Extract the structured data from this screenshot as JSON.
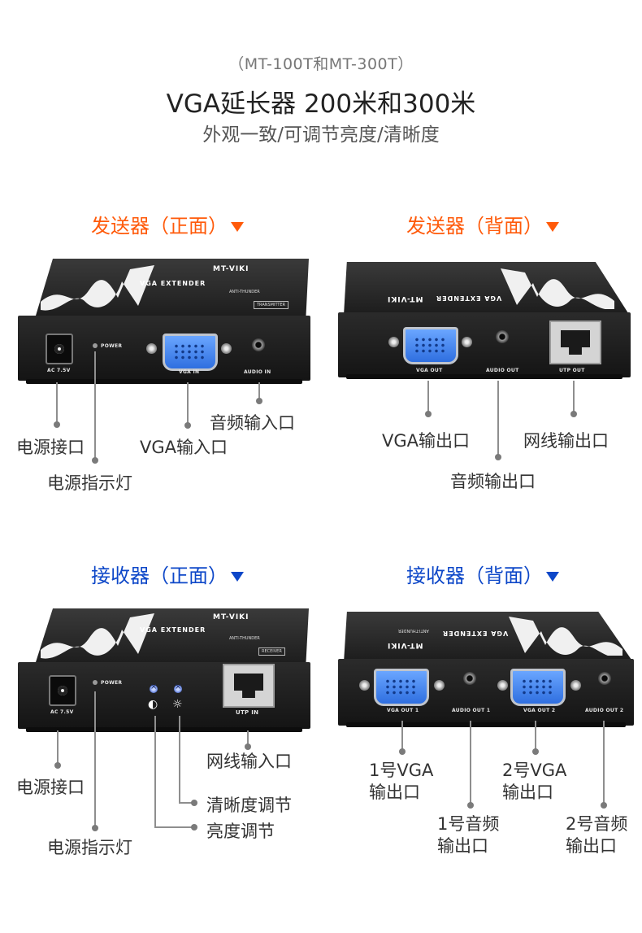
{
  "header": {
    "subtitle": "（MT-100T和MT-300T）",
    "title": "VGA延长器 200米和300米",
    "tagline": "外观一致/可调节亮度/清晰度"
  },
  "sections": {
    "tx_front": {
      "title": "发送器（正面）",
      "labels": {
        "power_port": "电源接口",
        "power_led": "电源指示灯",
        "vga_in": "VGA输入口",
        "audio_in": "音频输入口"
      },
      "device": {
        "brand": "MT-VIKI",
        "model": "VGA EXTENDER",
        "model_sub": "ANTI-THUNDER",
        "badge": "TRANSMITTER",
        "port_ac": "AC 7.5V",
        "port_power": "POWER",
        "port_vga": "VGA IN",
        "port_audio": "AUDIO IN"
      }
    },
    "tx_back": {
      "title": "发送器（背面）",
      "labels": {
        "vga_out": "VGA输出口",
        "audio_out": "音频输出口",
        "net_out": "网线输出口"
      },
      "device": {
        "brand": "MT-VIKI",
        "model": "VGA EXTENDER",
        "port_vga": "VGA OUT",
        "port_audio": "AUDIO OUT",
        "port_utp": "UTP OUT"
      }
    },
    "rx_front": {
      "title": "接收器（正面）",
      "labels": {
        "power_port": "电源接口",
        "power_led": "电源指示灯",
        "net_in": "网线输入口",
        "clarity": "清晰度调节",
        "brightness": "亮度调节"
      },
      "device": {
        "brand": "MT-VIKI",
        "model": "VGA EXTENDER",
        "model_sub": "ANTI-THUNDER",
        "badge": "RECEIVER",
        "port_ac": "AC 7.5V",
        "port_power": "POWER",
        "port_utp": "UTP IN"
      }
    },
    "rx_back": {
      "title": "接收器（背面）",
      "labels": {
        "vga_out1_a": "1号VGA",
        "vga_out1_b": "输出口",
        "vga_out2_a": "2号VGA",
        "vga_out2_b": "输出口",
        "audio1_a": "1号音频",
        "audio1_b": "输出口",
        "audio2_a": "2号音频",
        "audio2_b": "输出口"
      },
      "device": {
        "brand": "MT-VIKI",
        "model": "VGA EXTENDER",
        "model_sub": "ANTI-THUNDER",
        "port_vga1": "VGA OUT 1",
        "port_audio1": "AUDIO OUT 1",
        "port_vga2": "VGA OUT 2",
        "port_audio2": "AUDIO OUT 2"
      }
    }
  },
  "colors": {
    "tx_accent": "#ff5a0a",
    "rx_accent": "#0d47c8",
    "device_body": "#1e1e1e",
    "vga_port": "#2f6fe0",
    "leader_line": "#8e8e8e"
  }
}
